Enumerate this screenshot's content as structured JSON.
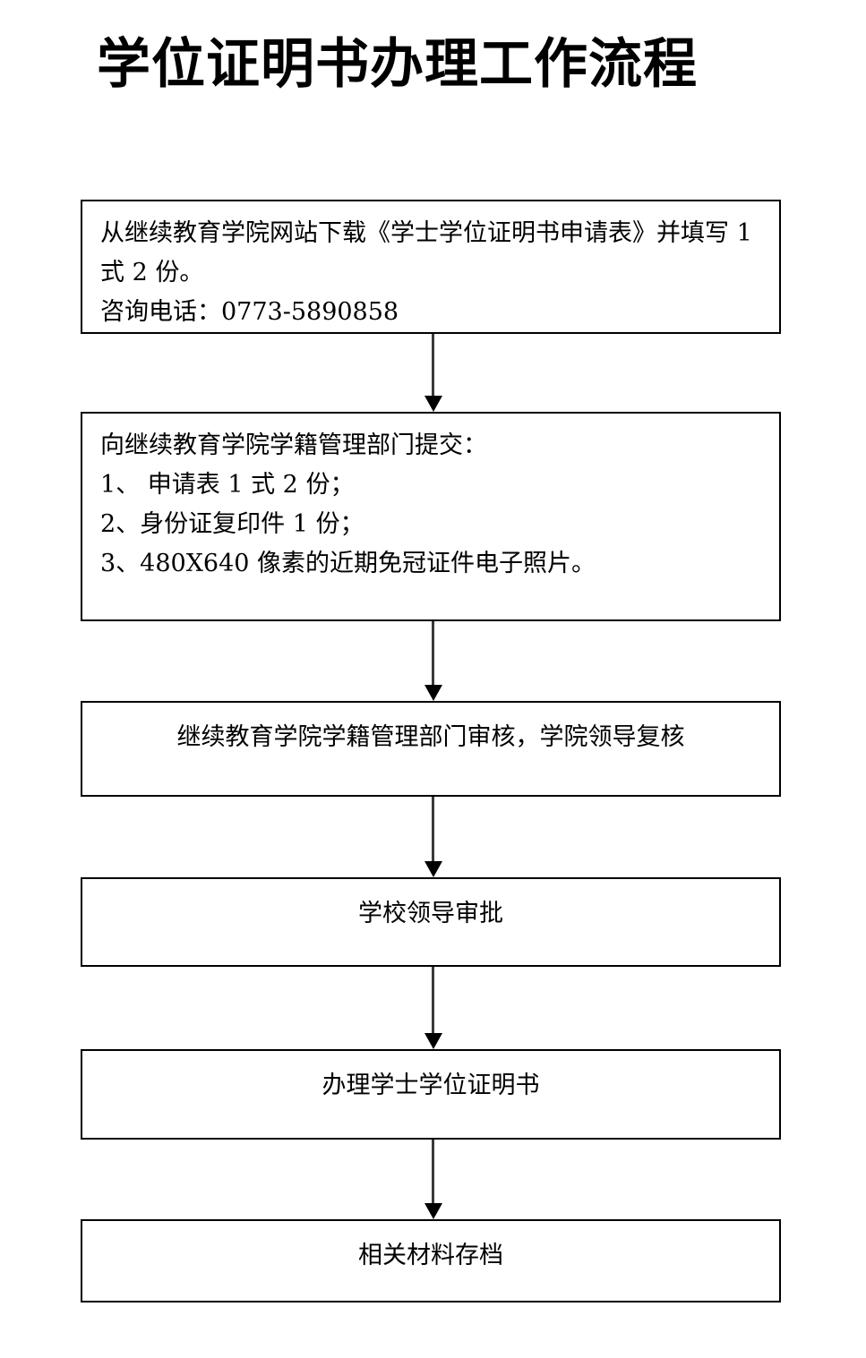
{
  "document": {
    "title": "学位证明书办理工作流程"
  },
  "flowchart": {
    "type": "flowchart",
    "orientation": "vertical",
    "connector_icon": "down-arrow-icon",
    "border_color": "#000000",
    "background_color": "#ffffff",
    "steps": [
      {
        "id": "step-1",
        "name": "download-application-form",
        "align": "left",
        "lines": [
          "从继续教育学院网站下载《学士学位证明书申请表》并填写 1",
          "式 2 份。",
          "咨询电话：0773-5890858"
        ]
      },
      {
        "id": "step-2",
        "name": "submit-materials",
        "align": "left",
        "lines": [
          "向继续教育学院学籍管理部门提交：",
          "1、 申请表 1 式 2 份；",
          "2、身份证复印件 1 份；",
          "3、480X640 像素的近期免冠证件电子照片。"
        ]
      },
      {
        "id": "step-3",
        "name": "college-review",
        "align": "center",
        "lines": [
          "继续教育学院学籍管理部门审核，学院领导复核"
        ]
      },
      {
        "id": "step-4",
        "name": "school-leader-approval",
        "align": "center",
        "lines": [
          "学校领导审批"
        ]
      },
      {
        "id": "step-5",
        "name": "issue-certificate",
        "align": "center",
        "lines": [
          "办理学士学位证明书"
        ]
      },
      {
        "id": "step-6",
        "name": "archive-materials",
        "align": "center",
        "lines": [
          "相关材料存档"
        ]
      }
    ]
  }
}
